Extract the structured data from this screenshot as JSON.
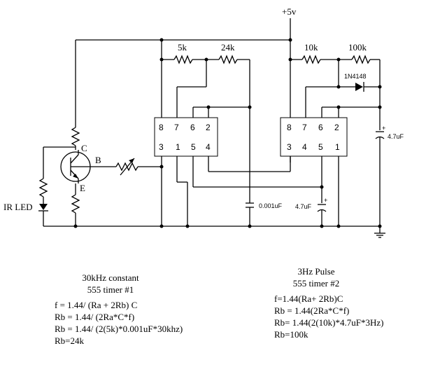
{
  "schematic": {
    "supply_label": "+5v",
    "resistors": {
      "r_5k": "5k",
      "r_24k": "24k",
      "r_10k": "10k",
      "r_100k": "100k"
    },
    "diode_label": "1N4148",
    "cap_timer1": "0.001uF",
    "cap_timer2_left": "4.7uF",
    "cap_timer2_right": "4.7uF",
    "ir_led_label": "IR LED",
    "transistor_pins": {
      "c": "C",
      "b": "B",
      "e": "E"
    },
    "timer1_pins_top": [
      "8",
      "7",
      "6",
      "2"
    ],
    "timer1_pins_bottom": [
      "3",
      "1",
      "5",
      "4"
    ],
    "timer2_pins_top": [
      "8",
      "7",
      "6",
      "2"
    ],
    "timer2_pins_bottom": [
      "3",
      "4",
      "5",
      "1"
    ],
    "plus_sign": "+"
  },
  "notes": {
    "timer1": {
      "title": "30kHz constant",
      "subtitle": "555 timer #1",
      "lines": [
        "f = 1.44/ (Ra + 2Rb) C",
        "Rb = 1.44/ (2Ra*C*f)",
        "Rb = 1.44/ (2(5k)*0.001uF*30khz)",
        "Rb=24k"
      ]
    },
    "timer2": {
      "title": "3Hz Pulse",
      "subtitle": "555 timer #2",
      "lines": [
        "f=1.44(Ra+ 2Rb)C",
        "Rb = 1.44(2Ra*C*f)",
        "Rb= 1.44(2(10k)*4.7uF*3Hz)",
        "Rb=100k"
      ]
    }
  }
}
